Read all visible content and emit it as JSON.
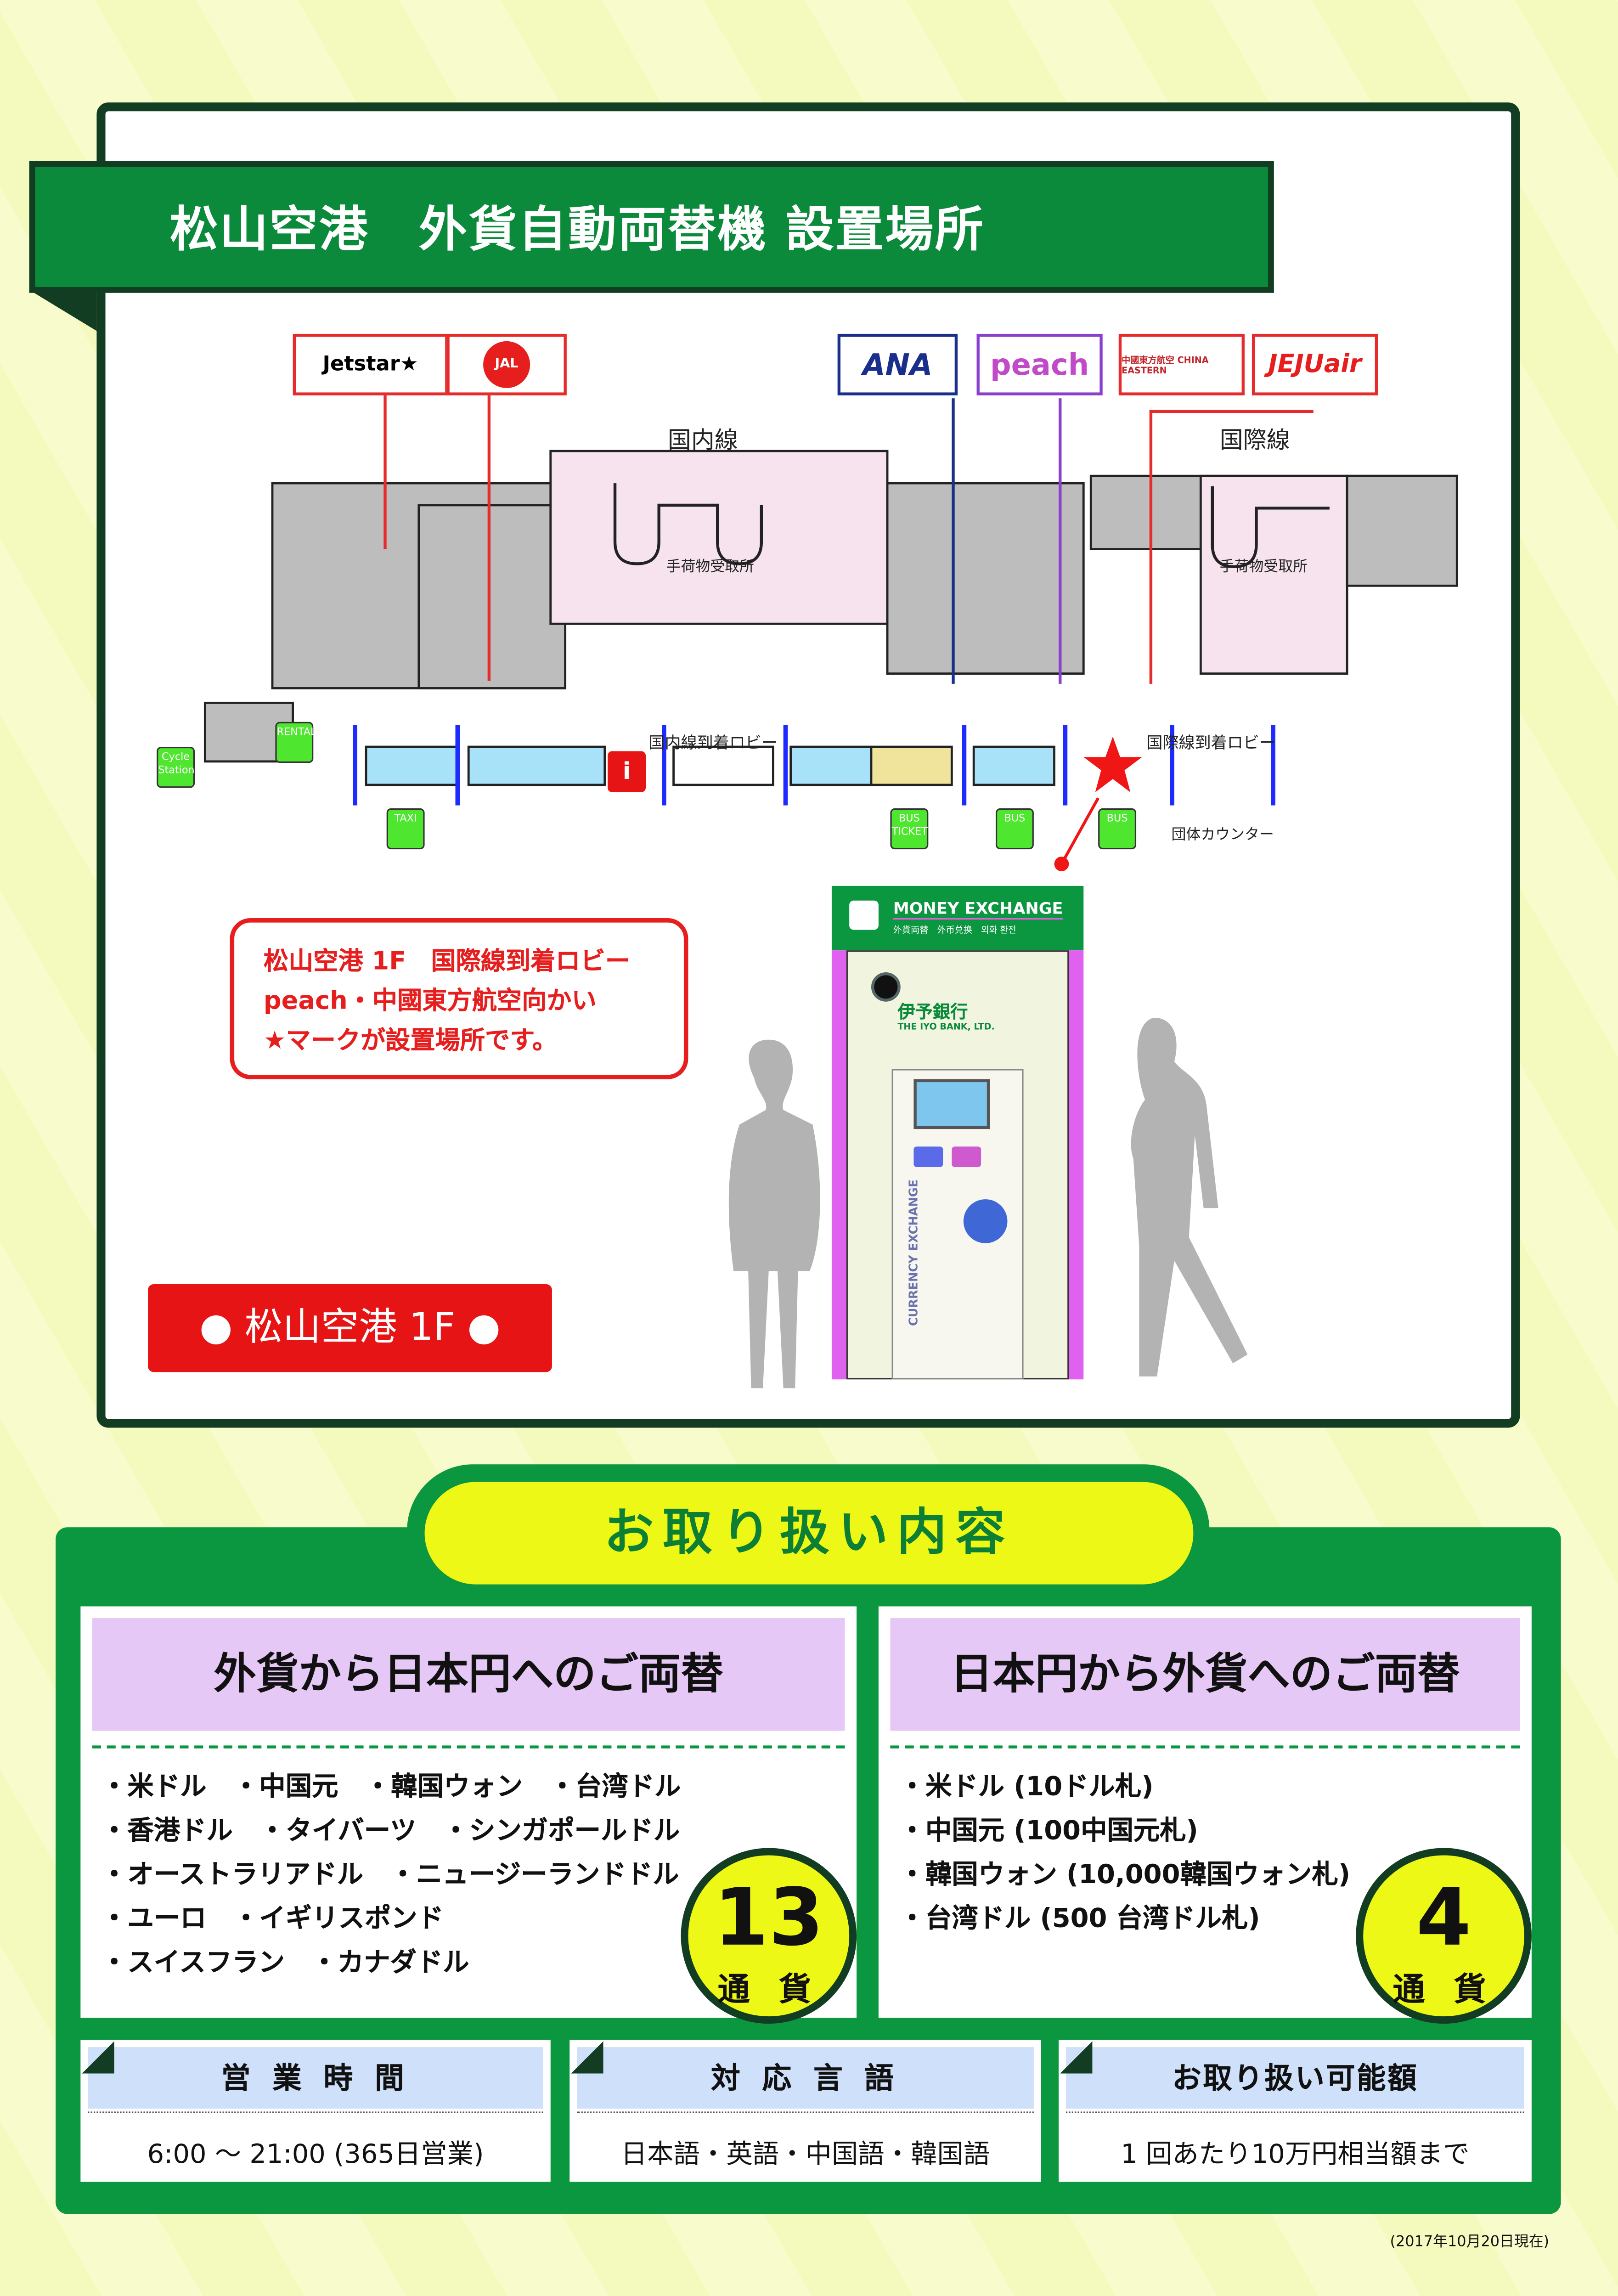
{
  "title": "松山空港　外貨自動両替機 設置場所",
  "airlines": [
    "Jetstar★",
    "JAL",
    "ANA",
    "peach",
    "中國東方航空 CHINA EASTERN",
    "JEJUair"
  ],
  "map": {
    "domestic": "国内線",
    "international": "国際線",
    "baggage_claim": "手荷物受取所",
    "domestic_lobby": "国内線到着ロビー",
    "international_lobby": "国際線到着ロビー",
    "group_counter": "団体カウンター",
    "icons": {
      "taxi": "TAXI",
      "bus": "BUS",
      "bus_ticket": "BUS TICKET",
      "rental": "RENTAL",
      "cycle": "Cycle Station",
      "info": "i"
    }
  },
  "bubble": {
    "lines": [
      "松山空港 1F　国際線到着ロビー",
      "peach・中國東方航空向かい",
      "★マークが設置場所です。"
    ]
  },
  "floor_button": "● 松山空港 1F ●",
  "machine": {
    "title": "MONEY EXCHANGE",
    "subtitle": "外貨両替　外币兑换　외화 환전",
    "bank": "伊予銀行",
    "bank_en": "THE IYO BANK, LTD.",
    "side": "CURRENCY EXCHANGE"
  },
  "section_title": "お取り扱い内容",
  "to_yen": {
    "header": "外貨から日本円へのご両替",
    "lines": [
      "・米ドル　・中国元　・韓国ウォン　・台湾ドル",
      "・香港ドル　・タイバーツ　・シンガポールドル",
      "・オーストラリアドル　・ニュージーランドドル",
      "・ユーロ　・イギリスポンド",
      "・スイスフラン　・カナダドル"
    ],
    "count": "13",
    "unit": "通 貨"
  },
  "from_yen": {
    "header": "日本円から外貨へのご両替",
    "lines": [
      "・米ドル (10ドル札)",
      "・中国元 (100中国元札)",
      "・韓国ウォン (10,000韓国ウォン札)",
      "・台湾ドル (500 台湾ドル札)"
    ],
    "count": "4",
    "unit": "通 貨"
  },
  "info": [
    {
      "label": "営 業 時 間",
      "value": "6:00 ～ 21:00 (365日営業)"
    },
    {
      "label": "対 応 言 語",
      "value": "日本語・英語・中国語・韓国語"
    },
    {
      "label": "お取り扱い可能額",
      "value": "1 回あたり10万円相当額まで"
    }
  ],
  "footnote": "(2017年10月20日現在)"
}
